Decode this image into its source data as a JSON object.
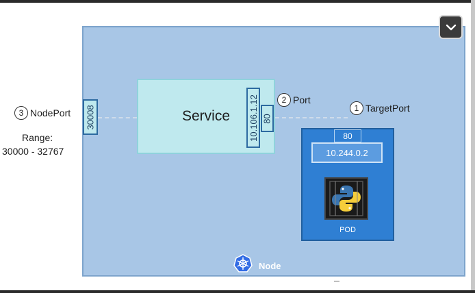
{
  "node": {
    "label": "Node",
    "icon": "kubernetes-helm-icon"
  },
  "service": {
    "label": "Service",
    "cluster_ip": "10.106.1.12",
    "port": "80"
  },
  "node_port_box": {
    "value": "30008"
  },
  "pod": {
    "port": "80",
    "ip": "10.244.0.2",
    "label": "POD",
    "icon": "python-container-icon"
  },
  "callouts": {
    "nodeport": {
      "number": "3",
      "label": "NodePort"
    },
    "port": {
      "number": "2",
      "label": "Port"
    },
    "targetport": {
      "number": "1",
      "label": "TargetPort"
    }
  },
  "range": {
    "label": "Range:",
    "value": "30000 - 32767"
  },
  "controls": {
    "collapse_icon": "chevron-down-icon"
  },
  "colors": {
    "node_bg": "#a8c6e6",
    "service_bg": "#bfe9ee",
    "pod_bg": "#2f7fd3",
    "box_border": "#2d6aa0"
  }
}
